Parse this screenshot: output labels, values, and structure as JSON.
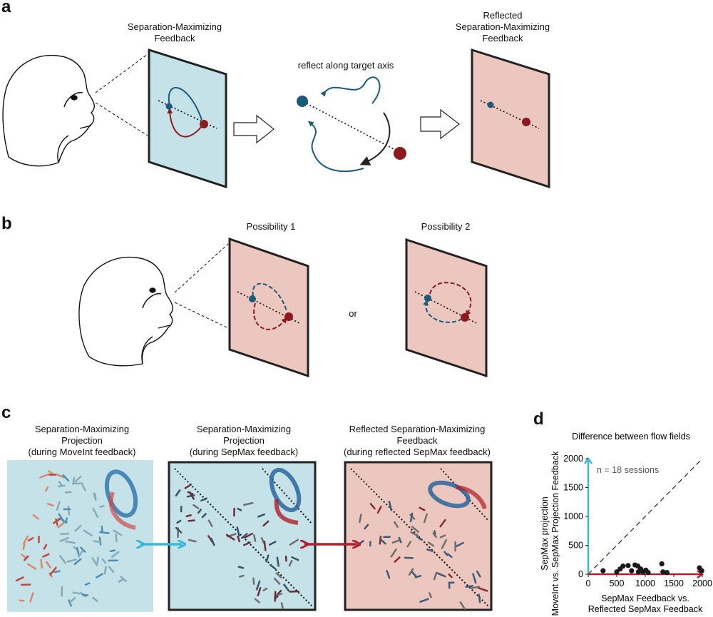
{
  "panels": {
    "a": {
      "letter": "a",
      "left_screen_title": "Separation-Maximizing\nFeedback",
      "middle_caption": "reflect along target axis",
      "right_screen_title": "Reflected\nSeparation-Maximizing\nFeedback"
    },
    "b": {
      "letter": "b",
      "possibility_1": "Possibility 1",
      "possibility_2": "Possibility 2",
      "or_text": "or"
    },
    "c": {
      "letter": "c",
      "title_1": "Separation-Maximizing\nProjection\n(during MoveInt feedback)",
      "title_2": "Separation-Maximizing\nProjection\n(during SepMax feedback)",
      "title_3": "Reflected Separation-Maximizing\nFeedback\n(during reflected SepMax feedback)"
    },
    "d": {
      "letter": "d",
      "title": "Difference between flow fields",
      "n_label": "n = 18 sessions",
      "ylabel_1": "SepMax projection",
      "ylabel_2": "MoveInt vs. SepMax Projection Feedback",
      "xlabel_1": "SepMax Feedback vs.",
      "xlabel_2": "Reflected SepMax Feedback",
      "x_ticks": [
        "0",
        "500",
        "1000",
        "1500",
        "2000"
      ],
      "y_ticks": [
        "0",
        "500",
        "1000",
        "1500",
        "2000"
      ]
    }
  },
  "colors": {
    "blue_screen": "#c6e2e9",
    "red_screen": "#ecc7bf",
    "target_blue": "#1b5a78",
    "target_red": "#8c1a1f",
    "arrow_cyan": "#3ab7d6",
    "arrow_red": "#b0202e"
  },
  "chart_data": {
    "type": "scatter",
    "title": "Difference between flow fields",
    "xlabel": "SepMax Feedback vs. Reflected SepMax Feedback",
    "ylabel": "SepMax projection MoveInt vs. SepMax Projection Feedback",
    "xlim": [
      0,
      2000
    ],
    "ylim": [
      0,
      2000
    ],
    "x_ticks": [
      0,
      500,
      1000,
      1500,
      2000
    ],
    "y_ticks": [
      0,
      500,
      1000,
      1500,
      2000
    ],
    "diagonal": true,
    "points": [
      {
        "x": 260,
        "y": 60
      },
      {
        "x": 500,
        "y": 40
      },
      {
        "x": 560,
        "y": 90
      },
      {
        "x": 610,
        "y": 140
      },
      {
        "x": 700,
        "y": 150
      },
      {
        "x": 760,
        "y": 60
      },
      {
        "x": 820,
        "y": 160
      },
      {
        "x": 870,
        "y": 140
      },
      {
        "x": 880,
        "y": 40
      },
      {
        "x": 920,
        "y": 90
      },
      {
        "x": 960,
        "y": 40
      },
      {
        "x": 1010,
        "y": 70
      },
      {
        "x": 1050,
        "y": 30
      },
      {
        "x": 1290,
        "y": 180
      },
      {
        "x": 1310,
        "y": 40
      },
      {
        "x": 1380,
        "y": 30
      },
      {
        "x": 1950,
        "y": 110
      },
      {
        "x": 1990,
        "y": 60
      }
    ]
  }
}
